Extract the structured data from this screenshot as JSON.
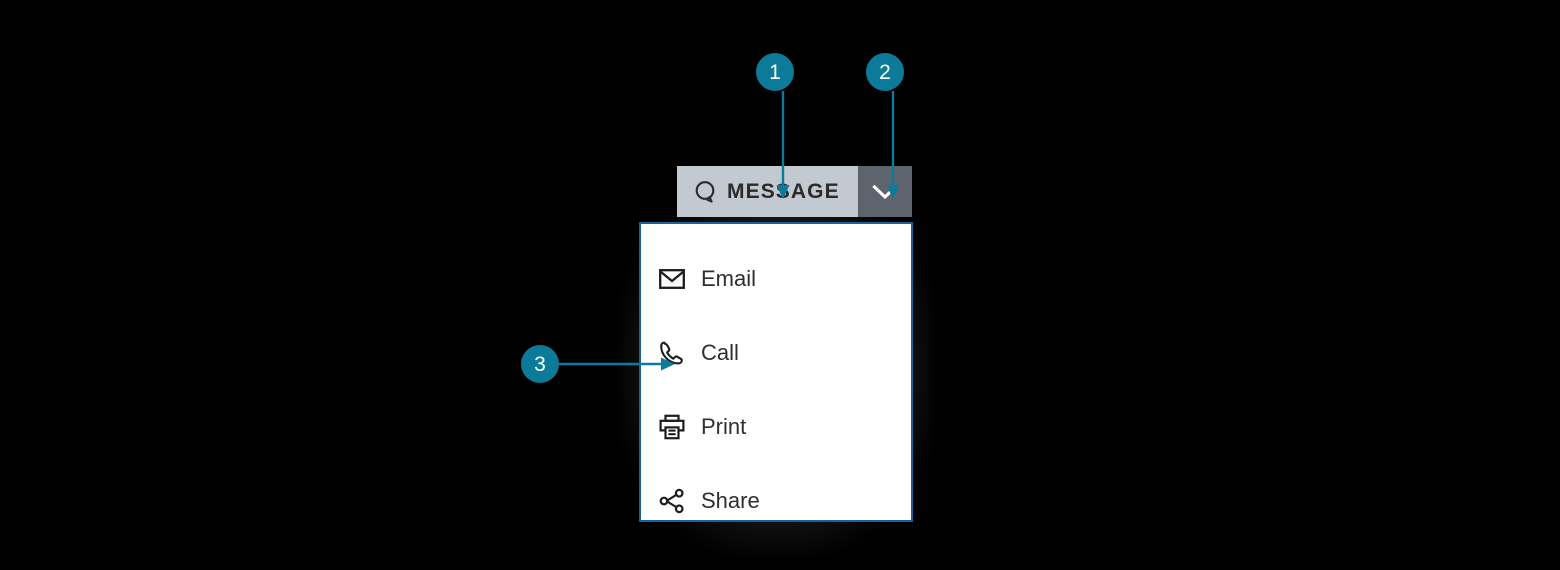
{
  "background_color": "#000000",
  "accent_color": "#0b7b99",
  "panel_border_color": "#1a6099",
  "button": {
    "name": "message-split-button",
    "label": "MESSAGE",
    "icon": "message-bubble-icon",
    "main_background": "#c3c9d0",
    "toggle_background": "#5e646e",
    "toggle_icon": "chevron-down-icon"
  },
  "dropdown": {
    "name": "message-dropdown-menu",
    "expanded": true,
    "background": "#ffffff",
    "items": [
      {
        "label": "Email",
        "icon": "envelope-icon"
      },
      {
        "label": "Call",
        "icon": "phone-icon"
      },
      {
        "label": "Print",
        "icon": "printer-icon"
      },
      {
        "label": "Share",
        "icon": "share-nodes-icon"
      }
    ]
  },
  "callouts": [
    {
      "number": "1",
      "target": "message-button-main",
      "direction": "down"
    },
    {
      "number": "2",
      "target": "message-button-toggle",
      "direction": "down"
    },
    {
      "number": "3",
      "target": "message-dropdown-menu",
      "direction": "right"
    }
  ]
}
